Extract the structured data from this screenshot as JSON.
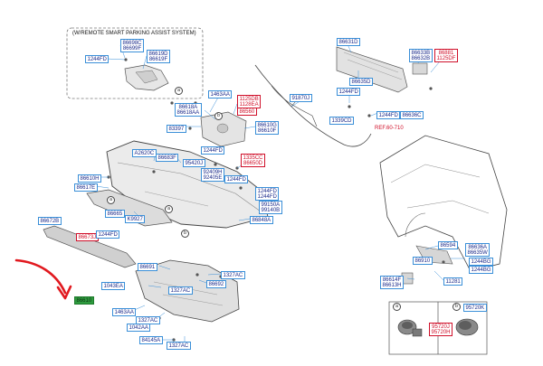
{
  "header": {
    "option_caption": "(W/REMOTE SMART PARKING ASSIST SYSTEM)",
    "ref_label": "REF.60-710"
  },
  "callouts": {
    "a": "a",
    "b": "b"
  },
  "labels": {
    "l_86698C": "86698C\n86699F",
    "l_86619D": "86619D\n86619F",
    "l_1244FD_a": "1244FD",
    "l_1463AA": "1463AA",
    "l_86618A": "86618A\n86618AA",
    "l_1125DB": "1125DB\n1128EA",
    "l_86560": "86560",
    "l_91870J": "91870J",
    "l_83397": "83397",
    "l_86610G": "86610G\n86610F",
    "l_86631D": "86631D",
    "l_86633B": "86633B\n86632B",
    "l_86881": "86881\n1125DF",
    "l_86635D": "86635D",
    "l_1244FD_b": "1244FD",
    "l_1339CD": "1339CD",
    "l_1244FD_c": "1244FD",
    "l_86636C": "86636C",
    "l_A2620C": "A2620C",
    "l_86683F": "86683F",
    "l_1244FD_d": "1244FD",
    "l_95420J": "95420J",
    "l_1335CC": "1335CC\n86650D",
    "l_92409H": "92409H\n92405E",
    "l_1244FD_e": "1244FD",
    "l_86610H": "86610H",
    "l_86617E": "86617E",
    "l_1244FD_f": "1244FD\n1244FD",
    "l_99150A": "99150A\n99140B",
    "l_86665": "86665",
    "l_K9927": "K9927",
    "l_86672B": "86672B",
    "l_86673J": "86673J",
    "l_1244FD_g": "1244FD",
    "l_86848A": "86848A",
    "l_86594": "86594",
    "l_86636A": "86636A\n86635W",
    "l_86910": "86910",
    "l_1244BG_a": "1244BG",
    "l_1244BG_b": "1244BG",
    "l_86614F": "86614F\n86613H",
    "l_11281": "11281",
    "l_86691": "86691",
    "l_1327AC_a": "1327AC",
    "l_1043EA": "1043EA",
    "l_1327AC_b": "1327AC",
    "l_86692": "86692",
    "l_86610": "86610",
    "l_1463AA_b": "1463AA",
    "l_1327AC_c": "1327AC",
    "l_1042AA": "1042AA",
    "l_84145A": "84145A",
    "l_1327AC_d": "1327AC",
    "l_95720K": "95720K",
    "l_95720J": "95720J\n95720H"
  },
  "colors": {
    "label_text": "#1b2a8a",
    "label_border": "#3a8fd8",
    "ref_red": "#d0102a",
    "highlight_green": "#2e9b3e",
    "arrow_red": "#e1191f"
  }
}
